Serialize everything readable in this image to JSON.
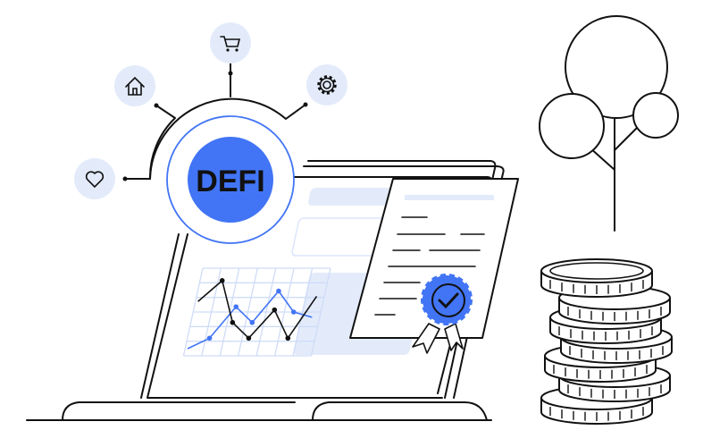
{
  "badge": {
    "label": "DEFI"
  },
  "icons": [
    "heart-icon",
    "home-icon",
    "cart-icon",
    "gear-icon"
  ],
  "colors": {
    "accent": "#4275f5",
    "light": "#e3ebfb",
    "stroke": "#111111"
  },
  "chart_data": {
    "type": "line",
    "series": [
      {
        "name": "blue",
        "values": [
          0,
          1,
          4,
          2.5,
          5.5,
          3.5,
          3
        ]
      },
      {
        "name": "black",
        "values": [
          4.5,
          6.5,
          2.5,
          1,
          3.7,
          1,
          5
        ]
      }
    ]
  }
}
